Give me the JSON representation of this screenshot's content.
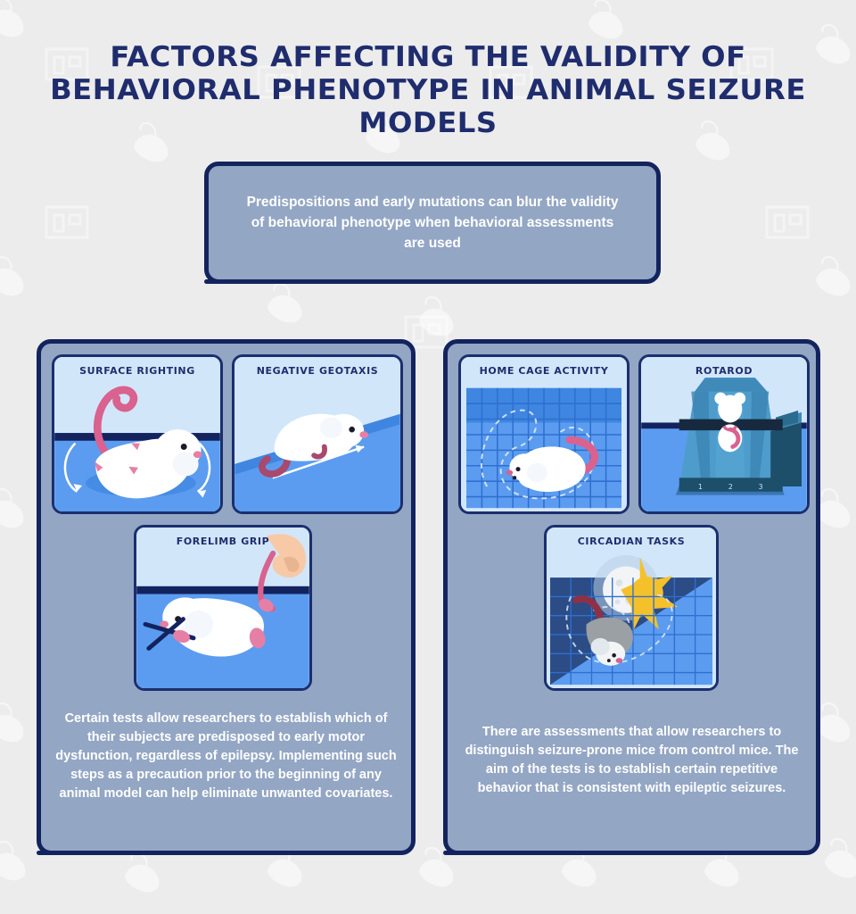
{
  "title": {
    "line1": "Factors Affecting the Validity of",
    "line2": "Behavioral Phenotype in Animal Seizure Models"
  },
  "intro": {
    "text": "Predispositions and early mutations can blur the validity of behavioral phenotype when behavioral assessments are used"
  },
  "panels": [
    {
      "id": "motor-tests",
      "cards": [
        {
          "title": "Surface Righting",
          "illustration": "mouse-supine-in-water-icon"
        },
        {
          "title": "Negative Geotaxis",
          "illustration": "mouse-on-incline-icon"
        },
        {
          "title": "Forelimb Grip",
          "illustration": "mouse-hanging-from-bar-icon"
        }
      ],
      "body": "Certain tests allow researchers to establish which of their subjects are predisposed to early motor dysfunction, regardless of epilepsy. Implementing such steps as a precaution prior to the beginning of any animal model can help eliminate unwanted covariates."
    },
    {
      "id": "seizure-tests",
      "cards": [
        {
          "title": "Home Cage Activity",
          "illustration": "mouse-in-grid-cage-icon"
        },
        {
          "title": "Rotarod",
          "illustration": "rotarod-apparatus-icon"
        },
        {
          "title": "Circadian Tasks",
          "illustration": "sun-moon-cage-icon"
        }
      ],
      "body": "There are assessments that allow researchers to distinguish seizure-prone mice from control mice. The aim of the tests is to establish certain repetitive behavior that is consistent with epileptic seizures."
    }
  ],
  "rotarod_lanes": [
    "1",
    "2",
    "3"
  ],
  "colors": {
    "background": "#ececec",
    "navy": "#13235e",
    "title_navy": "#1f2d6e",
    "panel_slate": "#93a6c4",
    "card_light_blue": "#d2e6fa",
    "water_blue": "#5b9cf0",
    "deep_blue": "#2f6fd0",
    "pink_tail": "#d9628f",
    "sun_yellow": "#f5c12a",
    "white": "#ffffff"
  }
}
